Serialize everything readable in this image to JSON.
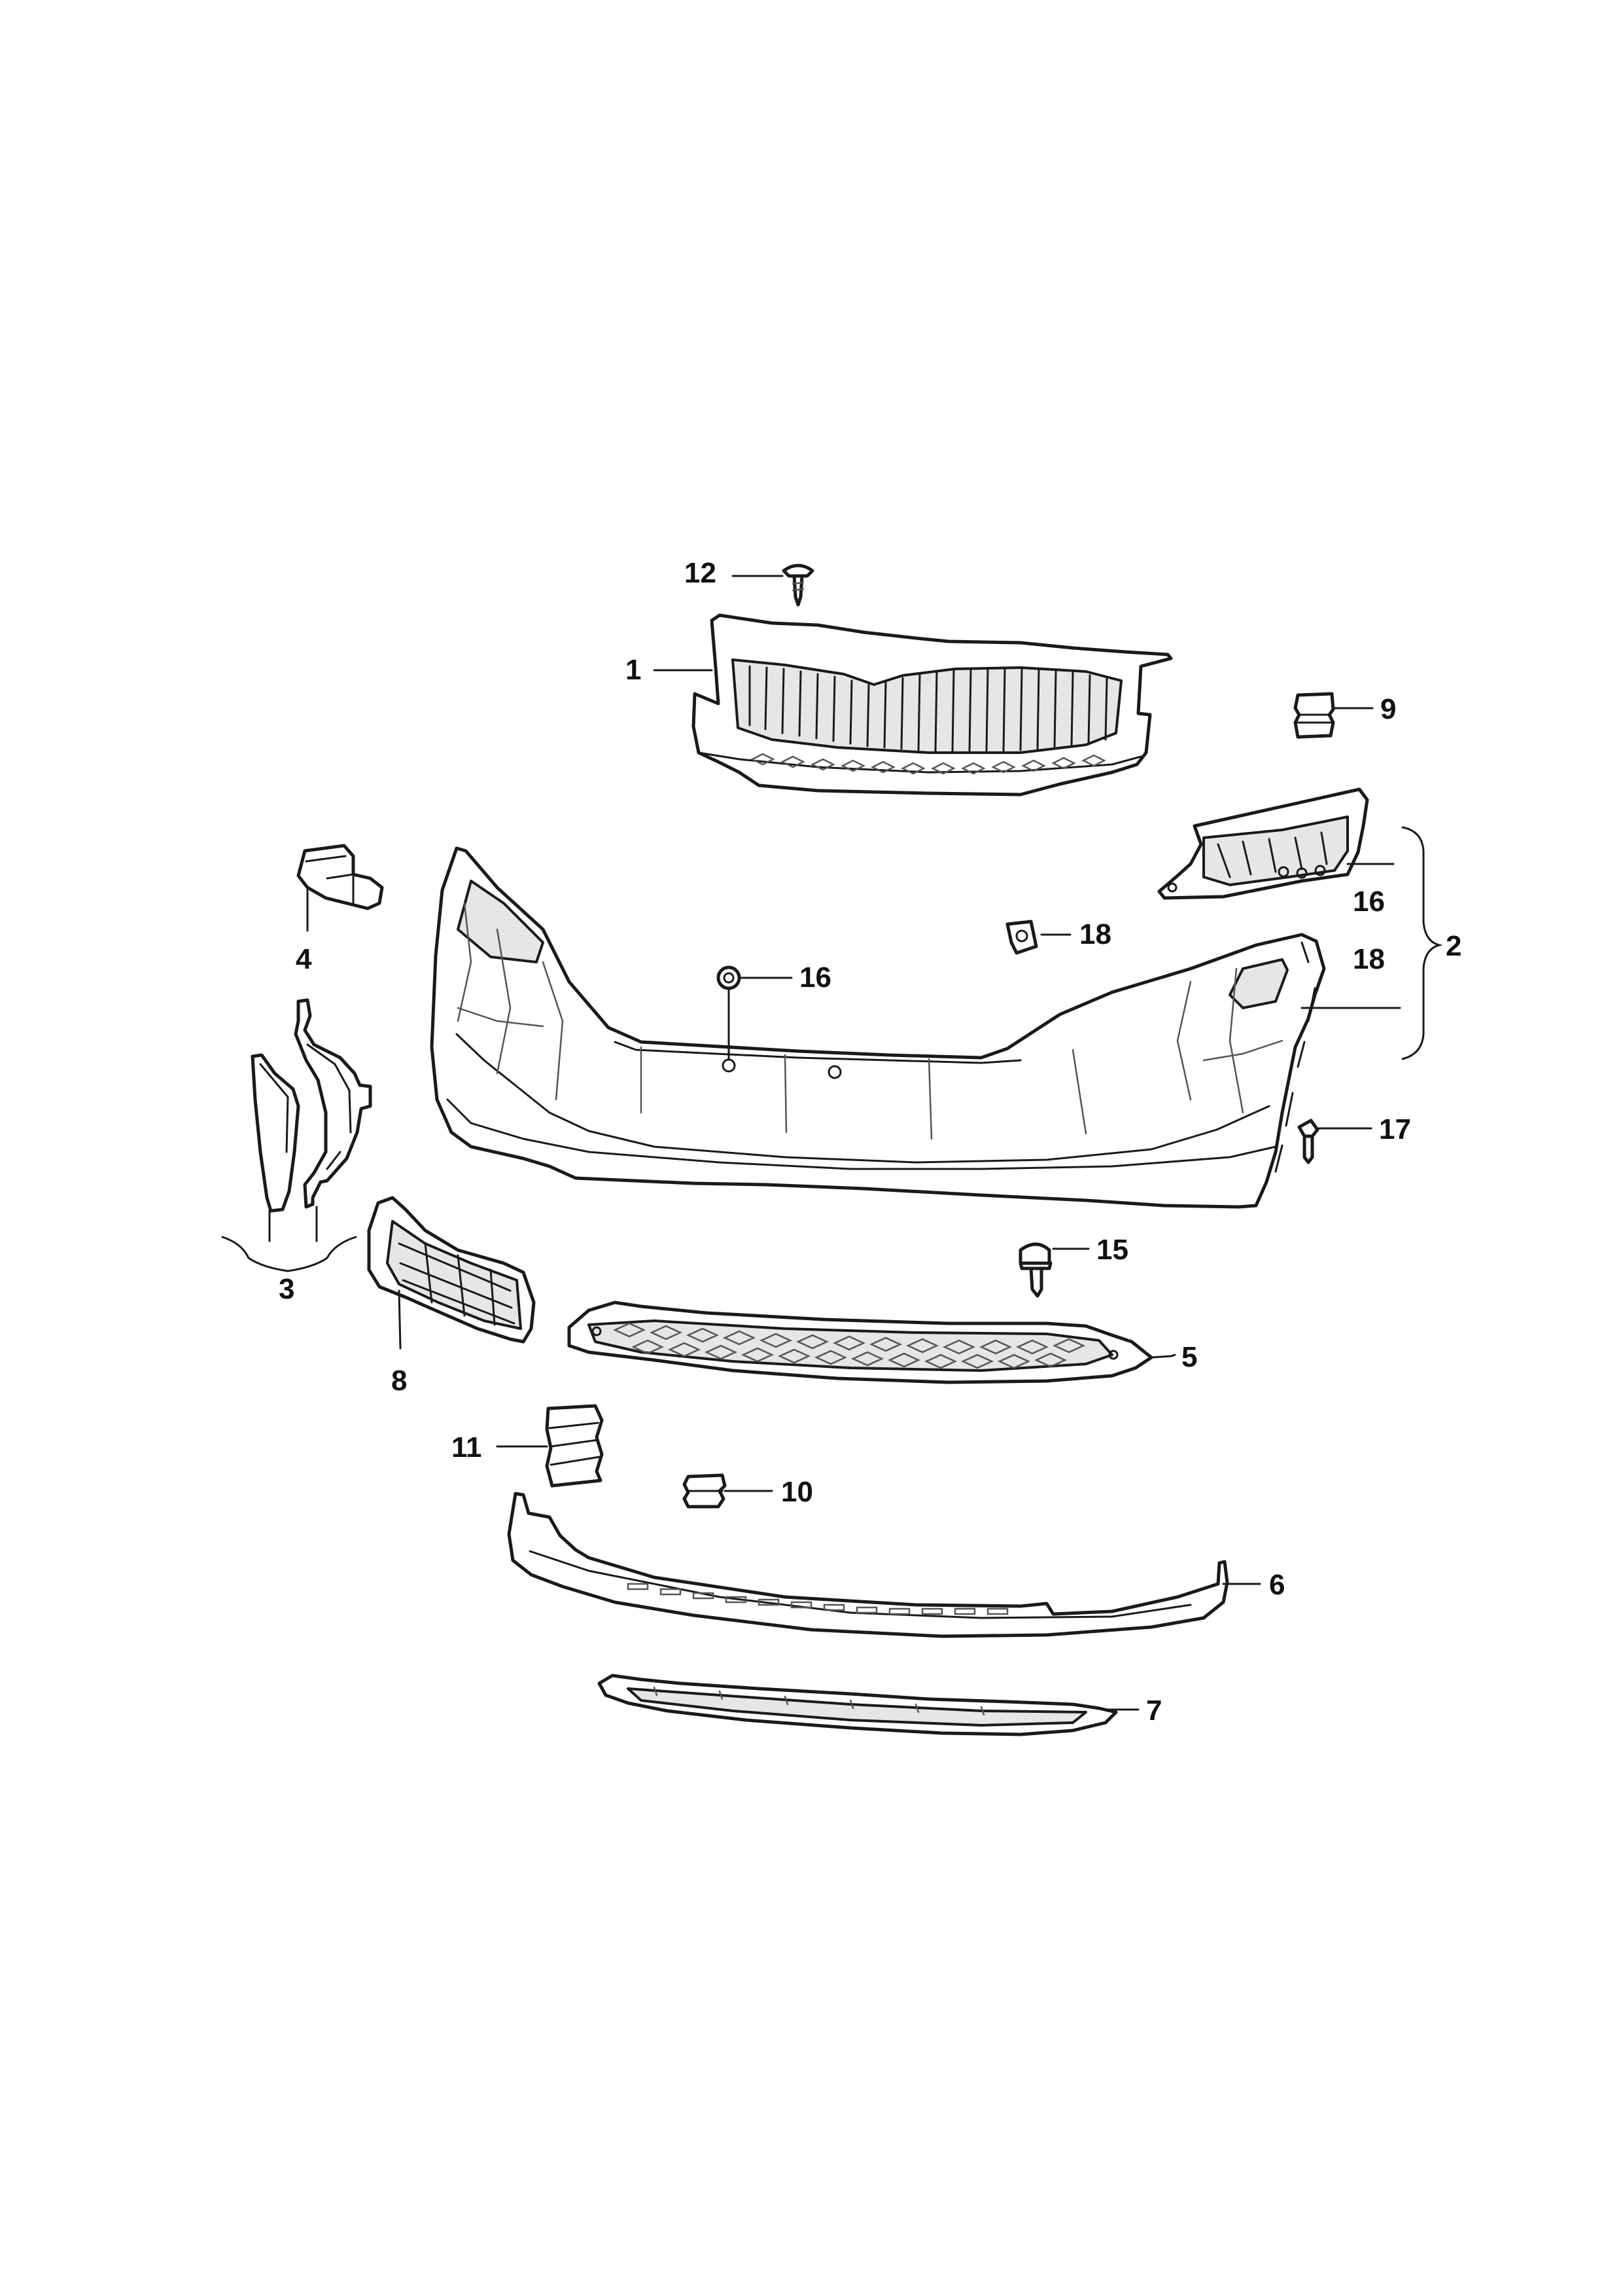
{
  "callouts": {
    "c1": "1",
    "c2": "2",
    "c3": "3",
    "c4": "4",
    "c5": "5",
    "c6": "6",
    "c7": "7",
    "c8": "8",
    "c9": "9",
    "c10": "10",
    "c11": "11",
    "c12": "12",
    "c15": "15",
    "c16a": "16",
    "c16b": "16",
    "c17": "17",
    "c18a": "18",
    "c18b": "18"
  }
}
